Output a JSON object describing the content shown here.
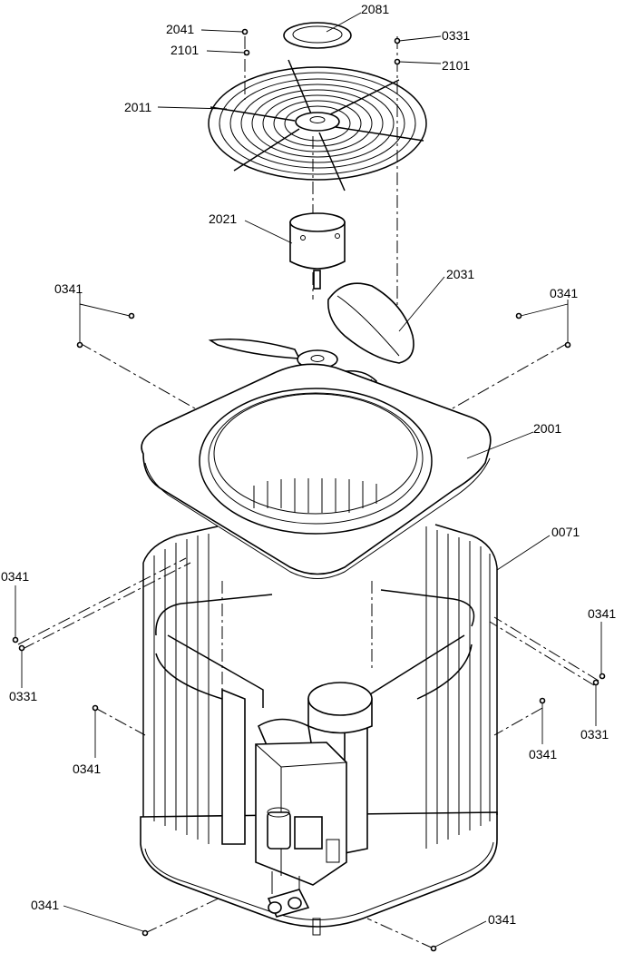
{
  "labels": {
    "l2081": "2081",
    "l2041": "2041",
    "l2101a": "2101",
    "l0331a": "0331",
    "l2101b": "2101",
    "l2011": "2011",
    "l2021": "2021",
    "l2031": "2031",
    "l0341a": "0341",
    "l0341b": "0341",
    "l2001": "2001",
    "l0071": "0071",
    "l0341c": "0341",
    "l0331b": "0331",
    "l0341d": "0341",
    "l0331c": "0331",
    "l0341e": "0341",
    "l0341f": "0341",
    "l0341g": "0341",
    "l0341h": "0341"
  }
}
